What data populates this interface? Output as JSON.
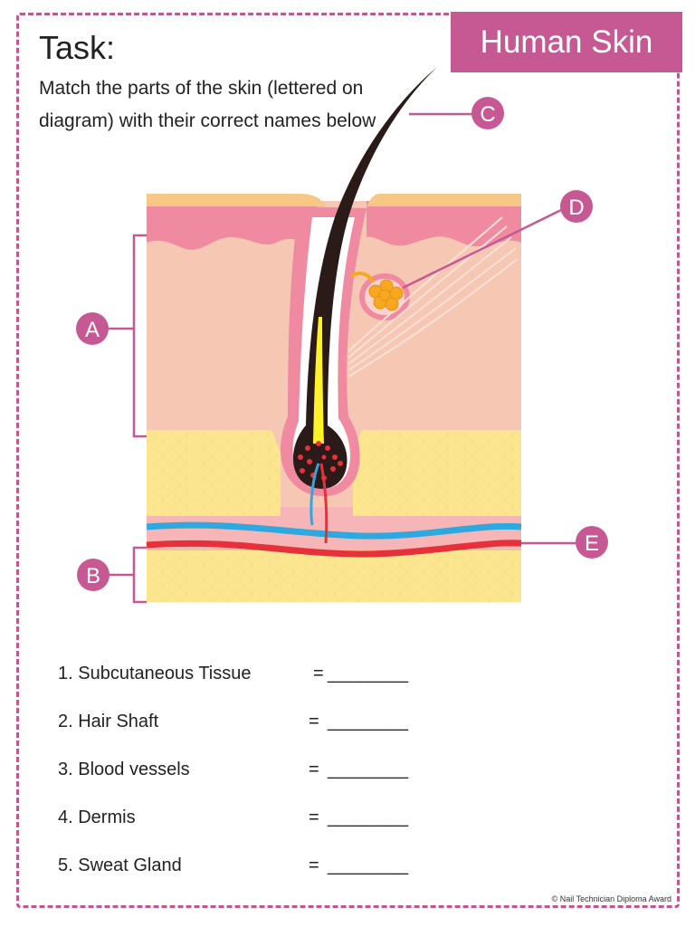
{
  "banner": {
    "title": "Human Skin"
  },
  "task": {
    "title": "Task:",
    "description": "Match the parts of the skin (lettered on diagram) with their correct names below"
  },
  "diagram": {
    "labels": {
      "a": "A",
      "b": "B",
      "c": "C",
      "d": "D",
      "e": "E"
    },
    "colors": {
      "accent": "#c65993",
      "epidermis": "#f08aa1",
      "dermis": "#f6c8b3",
      "fat": "#f8e18c",
      "hair": "#2a1a18",
      "vein": "#2fa8e0",
      "artery": "#e6303a",
      "gland": "#f6a81f"
    }
  },
  "answers": [
    {
      "name": "1. Subcutaneous Tissue",
      "eq": "=",
      "blank": "________"
    },
    {
      "name": "2. Hair Shaft",
      "eq": "=",
      "blank": "________"
    },
    {
      "name": "3. Blood vessels",
      "eq": "=",
      "blank": "________"
    },
    {
      "name": "4. Dermis",
      "eq": "=",
      "blank": "________"
    },
    {
      "name": "5. Sweat Gland",
      "eq": "=",
      "blank": "________"
    }
  ],
  "footer": {
    "copyright": "© Nail Technician Diploma Award"
  }
}
